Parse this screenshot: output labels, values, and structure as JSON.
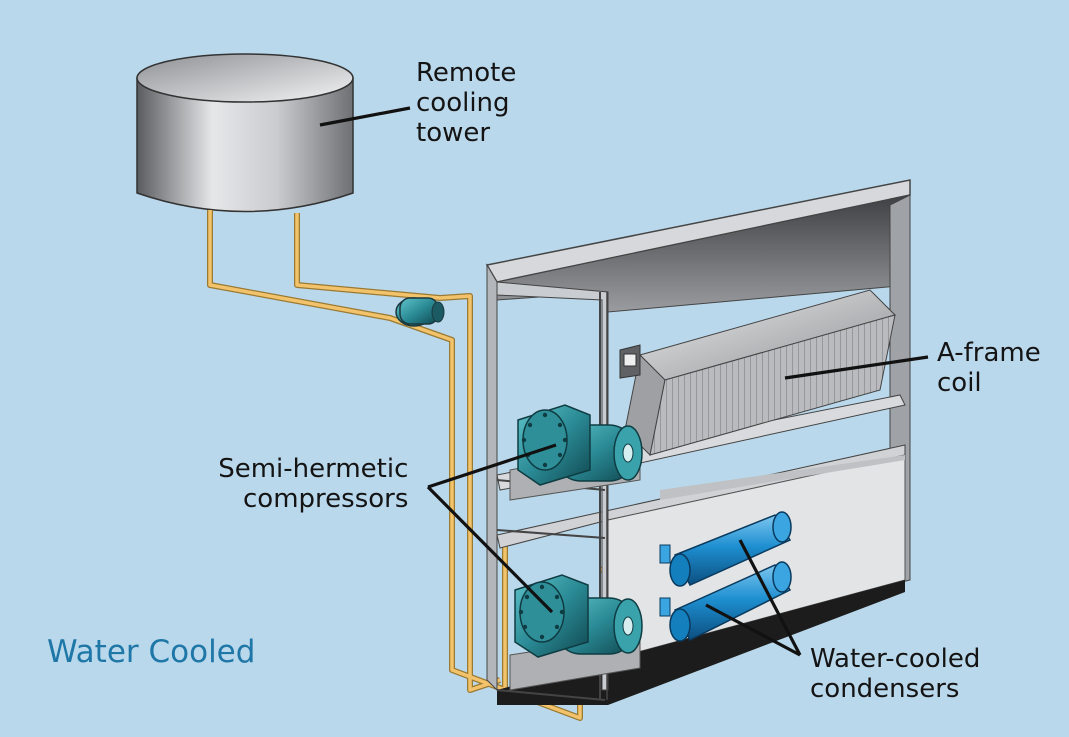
{
  "labels": {
    "remote_cooling_tower": [
      "Remote",
      "cooling",
      "tower"
    ],
    "a_frame_coil": [
      "A-frame",
      "coil"
    ],
    "semi_hermetic_compressors": [
      "Semi-hermetic",
      "compressors"
    ],
    "water_cooled_condensers": [
      "Water-cooled",
      "condensers"
    ]
  },
  "caption": "Water Cooled",
  "colors": {
    "background": "#bad8eb",
    "pipe": "#f2c36b",
    "caption": "#1f77a8",
    "compressor": "#2a8a95",
    "condenser": "#1e8fd0",
    "cabinet": "#c9ccd0"
  }
}
